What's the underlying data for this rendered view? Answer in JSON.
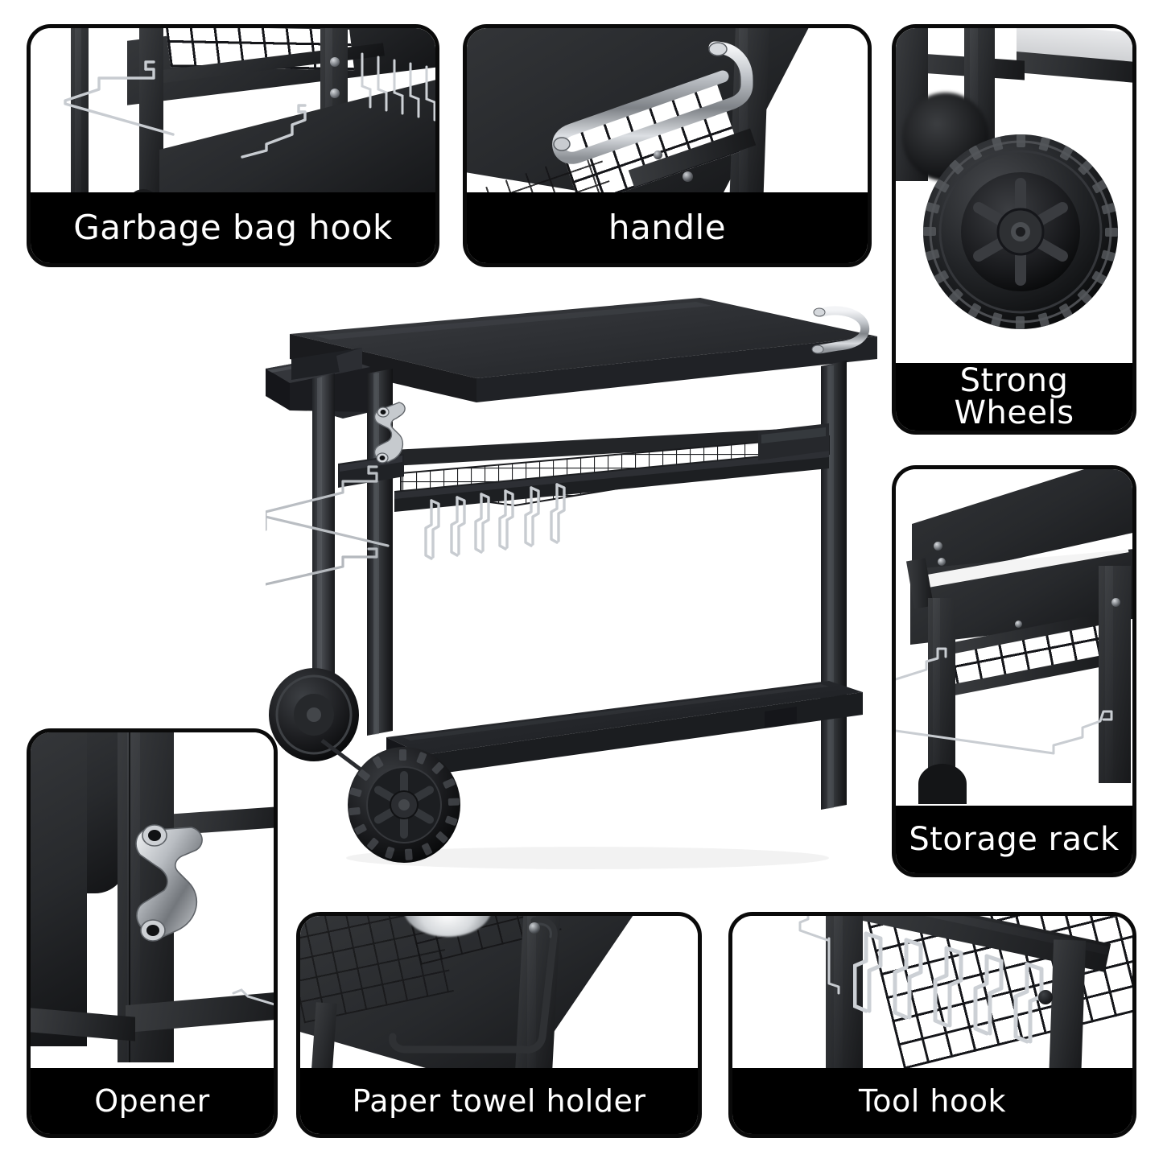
{
  "page": {
    "background_color": "#ffffff",
    "accent_color": "#000000",
    "caption_text_color": "#ffffff",
    "product": "black steel outdoor grill prep cart / movable dining table"
  },
  "panels": [
    {
      "id": "garbage-bag-hook",
      "caption": "Garbage bag hook",
      "position": "top-left",
      "photo_subject": "chrome wire garbage bag hook clipped to the side frame of the cart below the mesh shelf"
    },
    {
      "id": "handle",
      "caption": "handle",
      "position": "top-center",
      "photo_subject": "stainless steel tubular side handle bolted to the black tabletop above the wire shelf"
    },
    {
      "id": "strong-wheels",
      "caption": "Strong Wheels",
      "position": "right-top",
      "photo_subject": "close-up of a black treaded six-spoke rubber wheel on the cart leg"
    },
    {
      "id": "storage-rack",
      "caption": "Storage rack",
      "position": "right-bottom",
      "photo_subject": "black steel side storage rack tray mounted under the tabletop with wire shelf beneath"
    },
    {
      "id": "opener",
      "caption": "Opener",
      "position": "bottom-left",
      "photo_subject": "chrome bottle opener screwed onto the black vertical cart leg with two bolts"
    },
    {
      "id": "paper-towel-holder",
      "caption": "Paper towel holder",
      "position": "bottom-center",
      "photo_subject": "black steel paper towel holder bar mounted on the side of the cart under the mesh shelf"
    },
    {
      "id": "tool-hook",
      "caption": "Tool hook",
      "position": "bottom-right",
      "photo_subject": "row of five chrome S-shaped tool hooks hanging from the rail under the wire mesh shelf"
    }
  ],
  "hero": {
    "name": "hero-product-image",
    "alt": "Black three-tier rolling grill prep cart with wire middle shelf, tool hooks, side handle, bottle opener, garbage bag hook and two wheels",
    "colors": {
      "body": "#2b2d30",
      "body_dark": "#131416",
      "body_light": "#4a4d51",
      "chrome": "#c9ccd1"
    },
    "features": [
      "solid metal tabletop",
      "stainless steel side handle",
      "wire mesh middle shelf",
      "six hanging tool hooks",
      "solid bottom shelf",
      "two treaded wheels",
      "side storage rack tray",
      "garbage bag hook",
      "bottle opener",
      "paper towel holder"
    ]
  }
}
